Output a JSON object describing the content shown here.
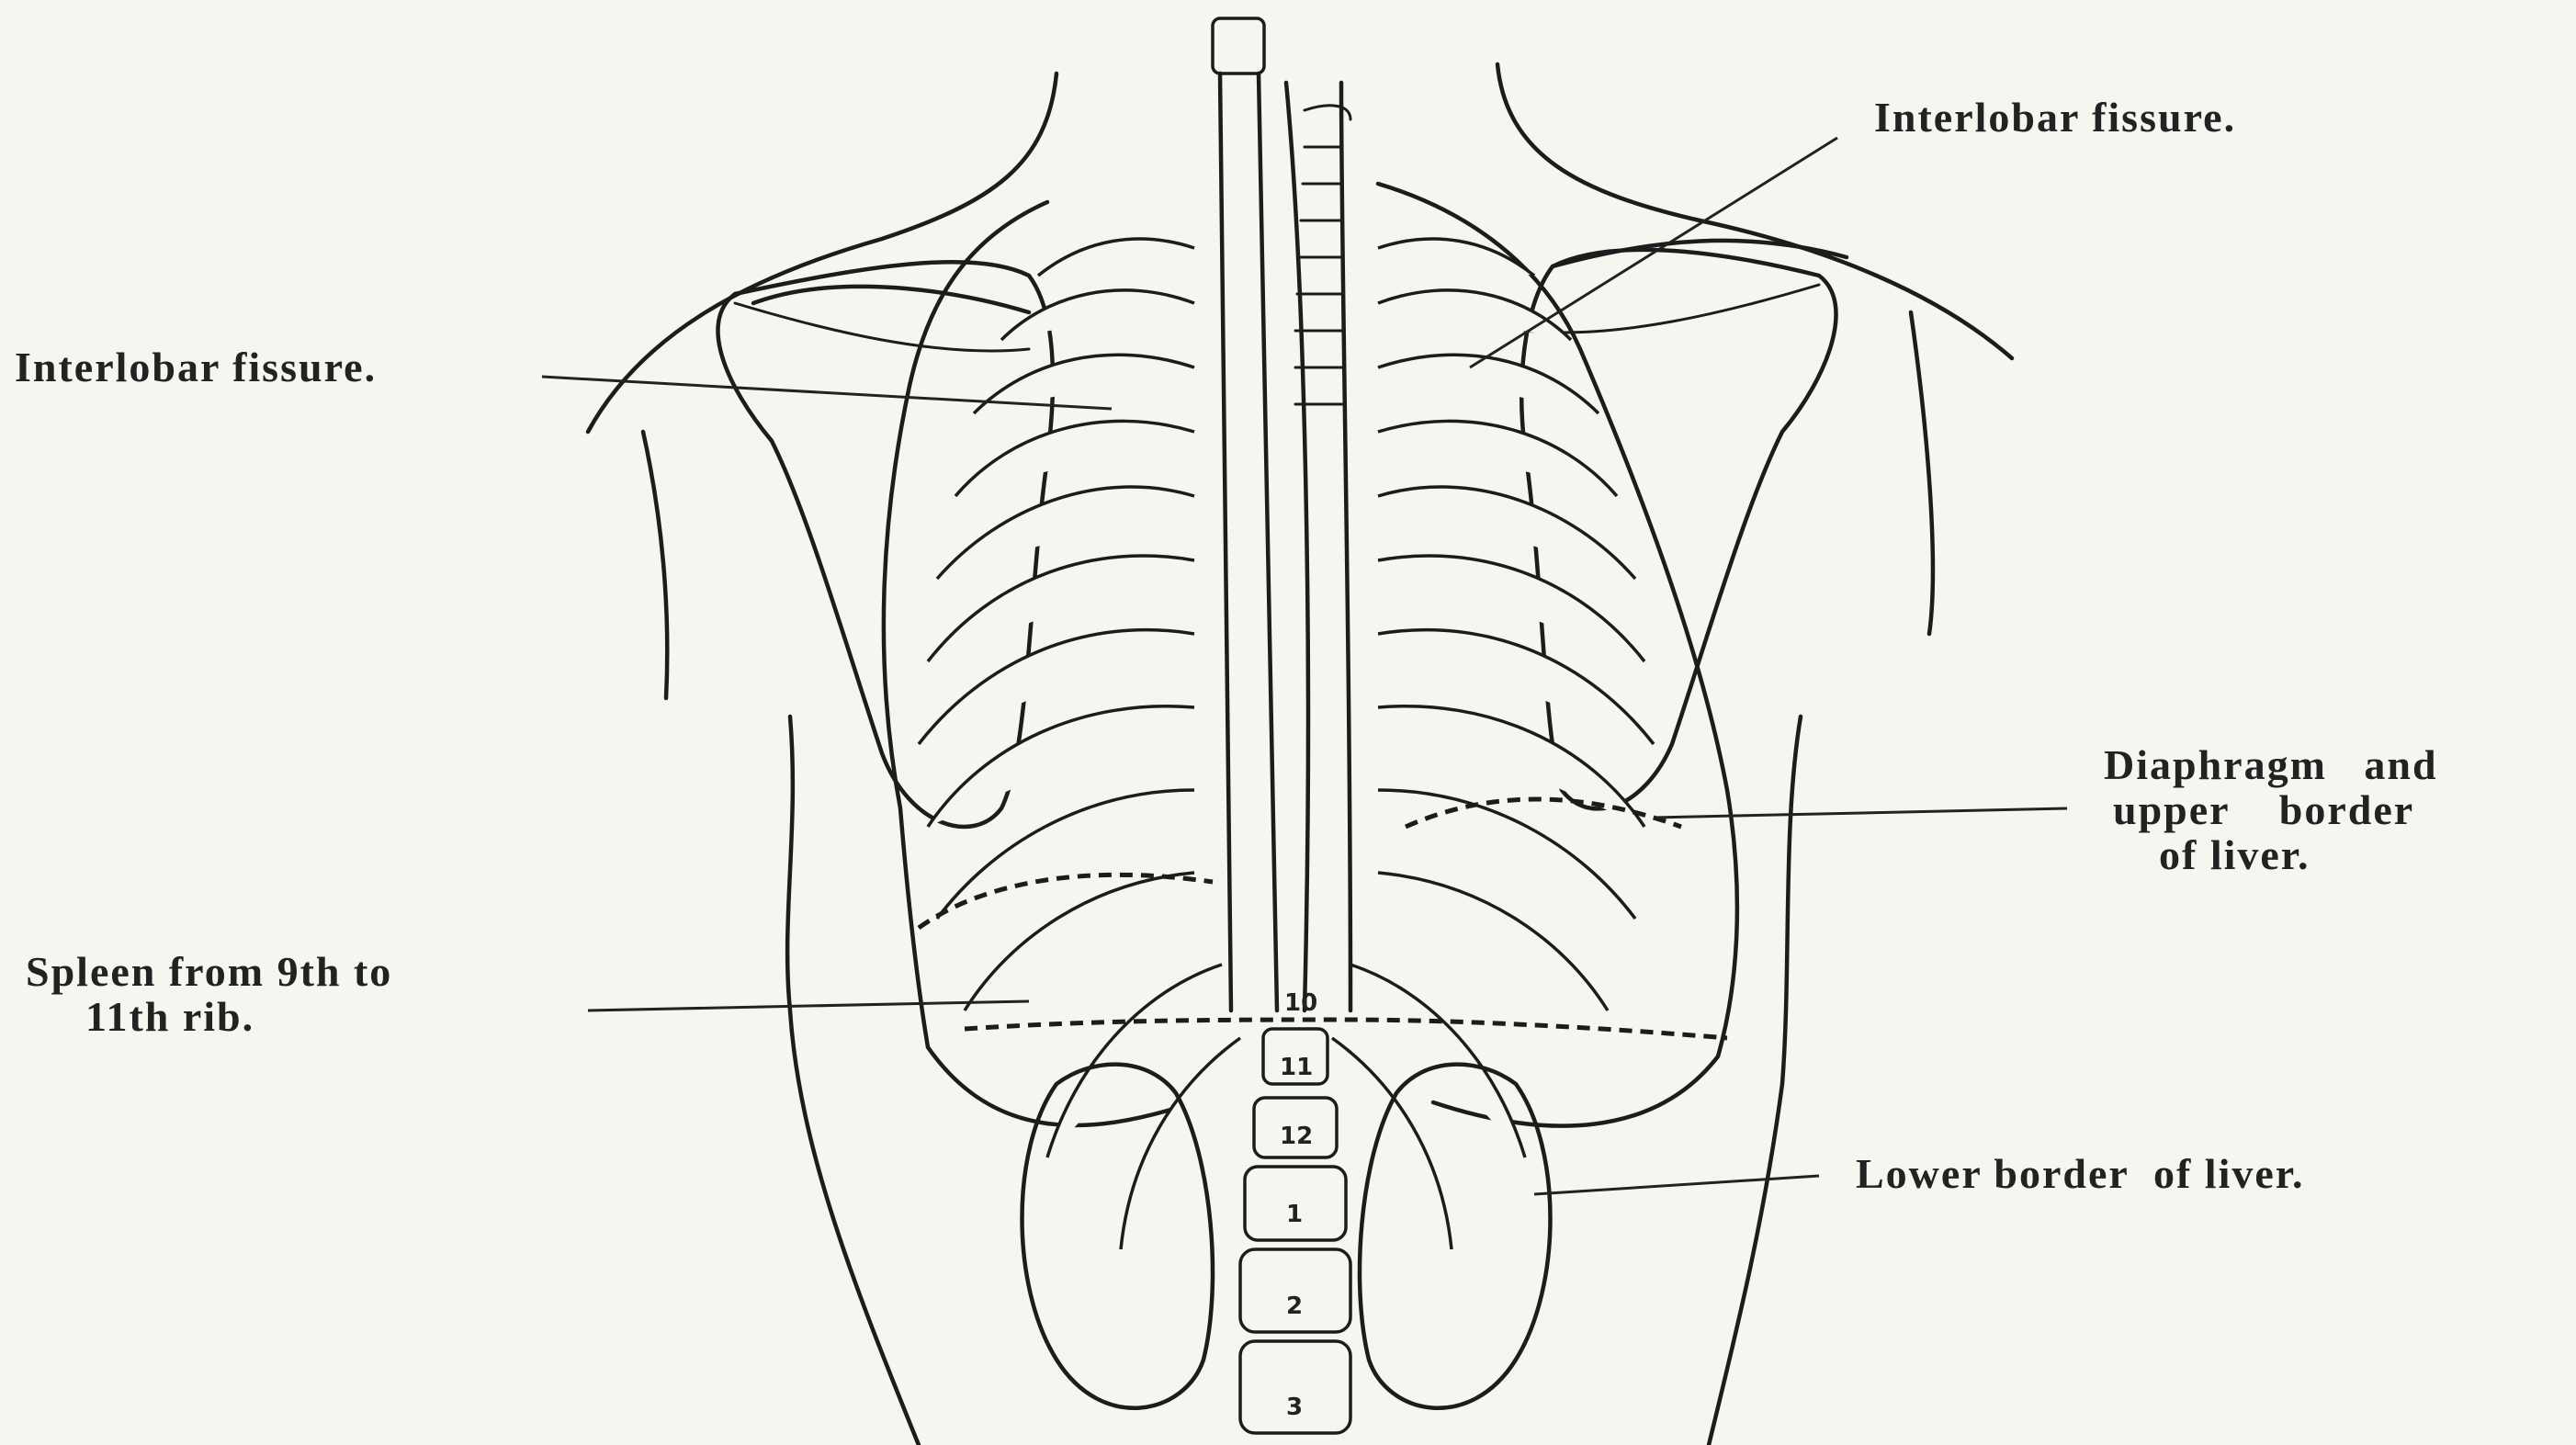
{
  "labels": {
    "interlobar_right": "Interlobar fissure.",
    "interlobar_left": "Interlobar fissure.",
    "diaphragm_line1": "Diaphragm   and",
    "diaphragm_line2": "upper    border",
    "diaphragm_line3": "of liver.",
    "spleen_line1": "Spleen from 9th to",
    "spleen_line2": "11th rib.",
    "lower_liver": "Lower border  of liver."
  },
  "vertebra_numbers": {
    "thoracic_10": "10",
    "thoracic_11": "11",
    "thoracic_12": "12",
    "lumbar_1": "1",
    "lumbar_2": "2",
    "lumbar_3": "3"
  }
}
